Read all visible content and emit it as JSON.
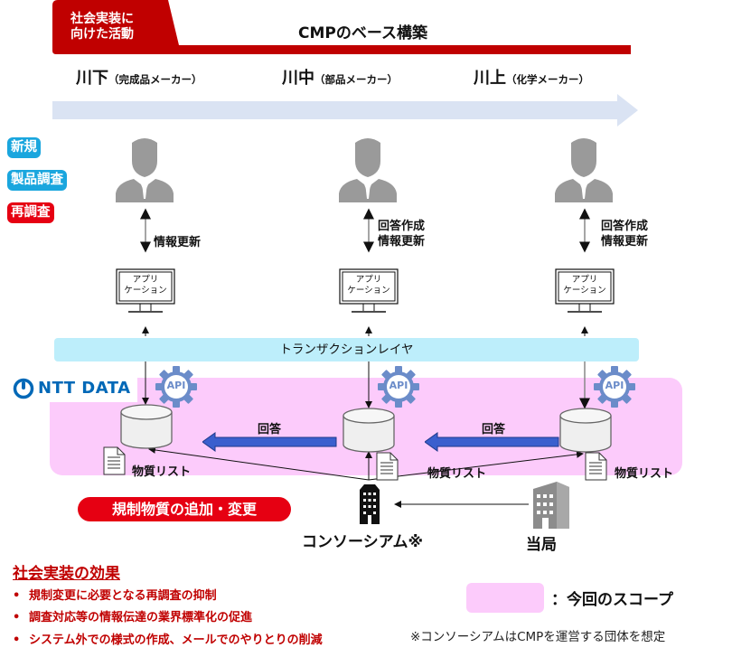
{
  "header": {
    "tab_line1": "社会実装に",
    "tab_line2": "向けた活動",
    "title": "CMPのベース構築",
    "accent_color": "#c00000"
  },
  "stages": [
    {
      "name": "川下",
      "sub": "（完成品メーカー）"
    },
    {
      "name": "川中",
      "sub": "（部品メーカー）"
    },
    {
      "name": "川上",
      "sub": "（化学メーカー）"
    }
  ],
  "badges": [
    {
      "label": "新規",
      "color": "#1aa6de"
    },
    {
      "label": "製品調査",
      "color": "#1aa6de"
    },
    {
      "label": "再調査",
      "color": "#e60012"
    }
  ],
  "actors": [
    {
      "icon": "person-icon",
      "actions": [
        "情報更新"
      ]
    },
    {
      "icon": "person-icon",
      "actions": [
        "回答作成",
        "情報更新"
      ]
    },
    {
      "icon": "person-icon",
      "actions": [
        "回答作成",
        "情報更新"
      ]
    }
  ],
  "app": {
    "line1": "アプリ",
    "line2": "ケーション"
  },
  "transaction_layer": "トランザクションレイヤ",
  "vendor_logo": "NTT DATA",
  "api_label": "API",
  "answer_label": "回答",
  "substance_list_label": "物質リスト",
  "regulation_change": "規制物質の追加・変更",
  "consortium": "コンソーシアム※",
  "authority": "当局",
  "effects": {
    "title": "社会実装の効果",
    "bullet": "•",
    "items": [
      "規制変更に必要となる再調査の抑制",
      "調査対応等の情報伝達の業界標準化の促進",
      "システム外での様式の作成、メールでのやりとりの削減"
    ]
  },
  "legend": {
    "text": "：今回のスコープ",
    "color": "#fccbfb"
  },
  "footnote": "※コンソーシアムはCMPを運営する団体を想定"
}
